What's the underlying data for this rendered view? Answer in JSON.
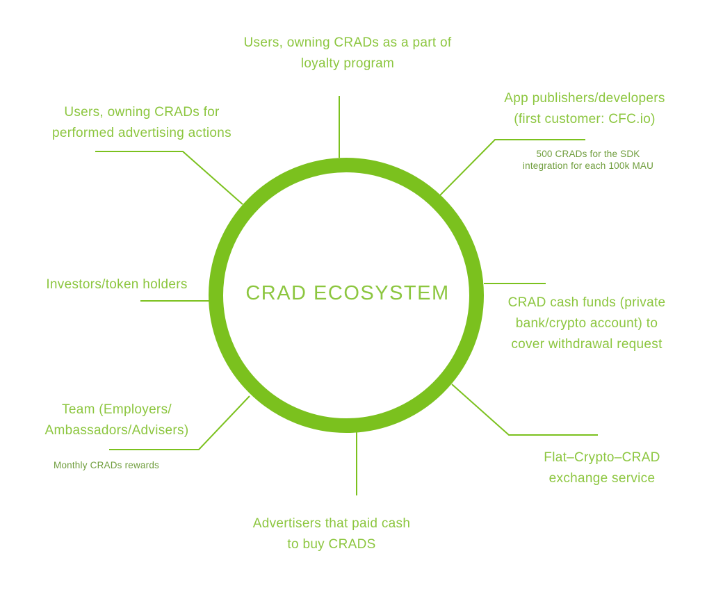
{
  "colors": {
    "ring": "#7bc11e",
    "label_text": "#8cc63f",
    "note_text": "#6f9d3c"
  },
  "diagram": {
    "title": "CRAD ECOSYSTEM",
    "nodes": {
      "top": {
        "lines": [
          "Users, owning CRADs as a part of",
          "loyalty program"
        ]
      },
      "upper_left": {
        "lines": [
          "Users, owning CRADs for",
          "performed advertising actions"
        ]
      },
      "upper_right": {
        "lines": [
          "App publishers/developers",
          "(first customer: CFC.io)"
        ],
        "note_lines": [
          "500 CRADs for the SDK",
          "integration for each 100k MAU"
        ]
      },
      "left": {
        "lines": [
          "Investors/token holders"
        ]
      },
      "right": {
        "lines": [
          "CRAD cash funds (private",
          "bank/crypto account) to",
          "cover withdrawal request"
        ]
      },
      "lower_left": {
        "lines": [
          "Team (Employers/",
          "Ambassadors/Advisers)"
        ],
        "note_lines": [
          "Monthly CRADs rewards"
        ]
      },
      "lower_right": {
        "lines": [
          "Flat–Crypto–CRAD",
          "exchange service"
        ]
      },
      "bottom": {
        "lines": [
          "Advertisers that paid cash",
          "to buy CRADS"
        ]
      }
    }
  }
}
